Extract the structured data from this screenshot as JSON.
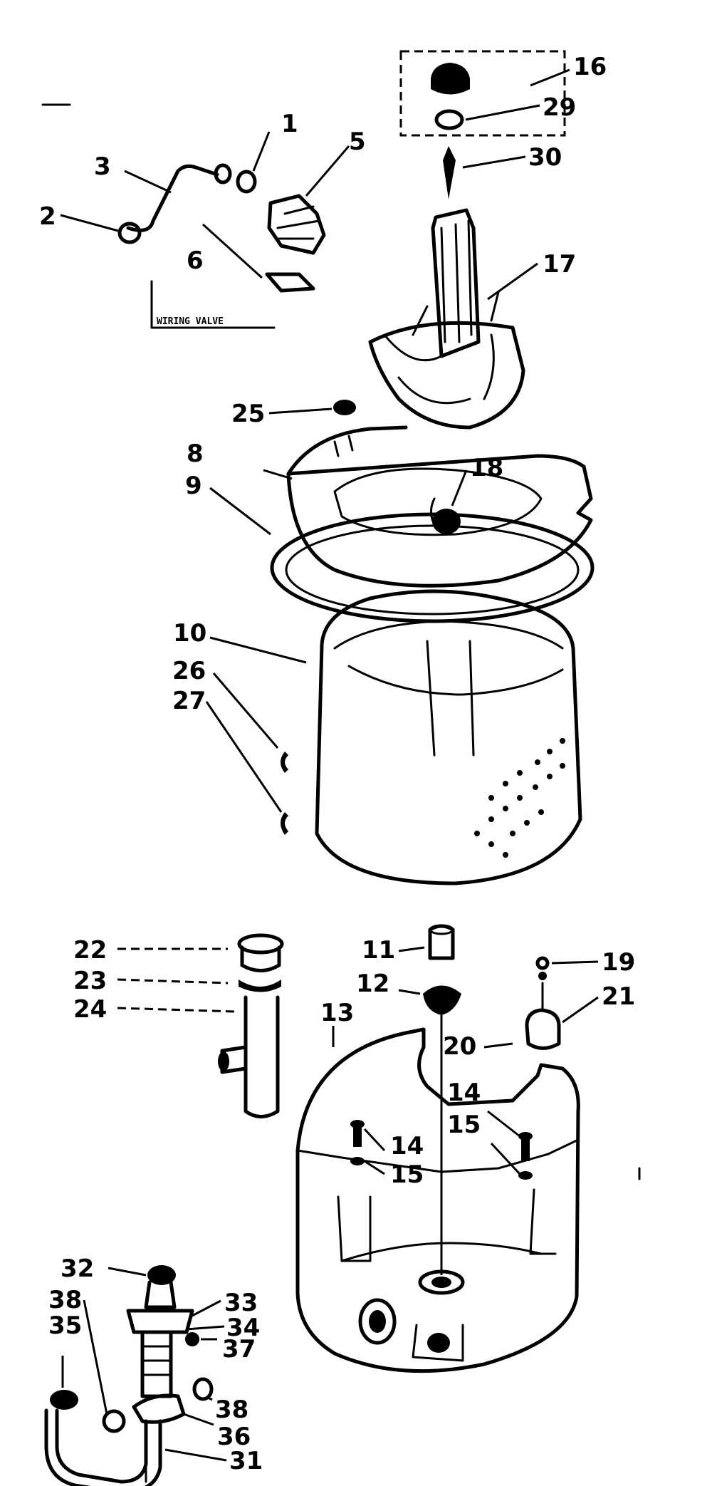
{
  "diagram": {
    "labels": [
      "1",
      "2",
      "3",
      "5",
      "6",
      "8",
      "9",
      "10",
      "11",
      "12",
      "13",
      "14",
      "15",
      "14",
      "15",
      "16",
      "17",
      "18",
      "19",
      "20",
      "21",
      "22",
      "23",
      "24",
      "25",
      "26",
      "27",
      "29",
      "30",
      "31",
      "32",
      "33",
      "34",
      "35",
      "36",
      "37",
      "38",
      "38"
    ],
    "caption": "WIRING VALVE"
  }
}
